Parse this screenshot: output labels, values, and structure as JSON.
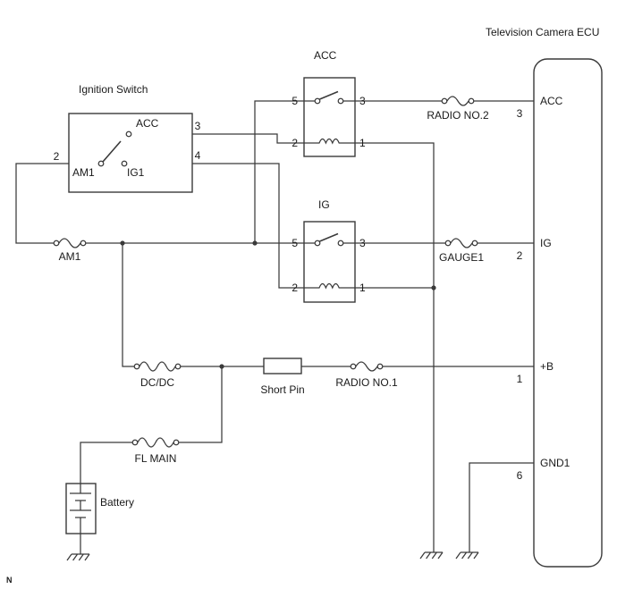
{
  "colors": {
    "ink": "#3a3a3a",
    "background": "#ffffff"
  },
  "ignition_switch": {
    "title": "Ignition Switch",
    "contact_labels": {
      "acc": "ACC",
      "am1": "AM1",
      "ig1": "IG1"
    },
    "terminal_numbers": {
      "t2": "2",
      "t3": "3",
      "t4": "4"
    }
  },
  "acc_relay": {
    "title": "ACC",
    "pin_numbers": {
      "p5": "5",
      "p3": "3",
      "p2": "2",
      "p1": "1"
    }
  },
  "ig_relay": {
    "title": "IG",
    "pin_numbers": {
      "p5": "5",
      "p3": "3",
      "p2": "2",
      "p1": "1"
    }
  },
  "fuses": {
    "am1": "AM1",
    "radio_no2": "RADIO NO.2",
    "gauge1": "GAUGE1",
    "dc_dc": "DC/DC",
    "radio_no1": "RADIO NO.1",
    "fl_main": "FL MAIN"
  },
  "short_pin_label": "Short Pin",
  "battery_label": "Battery",
  "ecu": {
    "title": "Television Camera ECU",
    "pins": [
      {
        "name": "ACC",
        "number": "3"
      },
      {
        "name": "IG",
        "number": "2"
      },
      {
        "name": "+B",
        "number": "1"
      },
      {
        "name": "GND1",
        "number": "6"
      }
    ]
  },
  "corner_note": "N"
}
